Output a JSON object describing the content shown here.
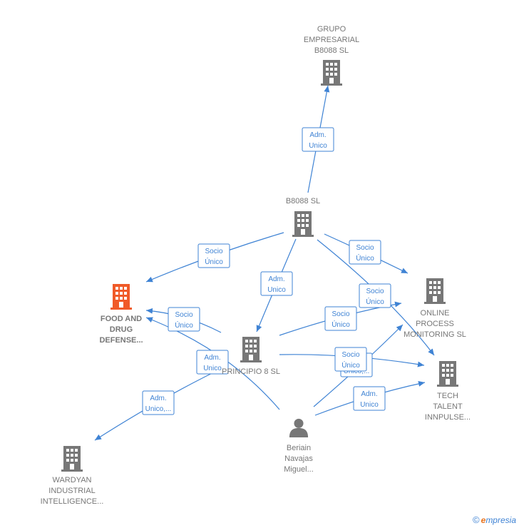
{
  "colors": {
    "edge": "#3f83d4",
    "building": "#777777",
    "highlight": "#f05a28",
    "label": "#777777"
  },
  "nodes": [
    {
      "id": "grupo",
      "icon": "building-icon",
      "lines": [
        "GRUPO",
        "EMPRESARIAL",
        "B8088  SL"
      ]
    },
    {
      "id": "b8088",
      "icon": "building-icon",
      "lines": [
        "B8088  SL"
      ]
    },
    {
      "id": "food",
      "icon": "building-icon",
      "highlight": true,
      "lines": [
        "FOOD AND",
        "DRUG",
        "DEFENSE..."
      ]
    },
    {
      "id": "principio",
      "icon": "building-icon",
      "lines": [
        "PRINCIPIO 8  SL"
      ]
    },
    {
      "id": "online",
      "icon": "building-icon",
      "lines": [
        "ONLINE",
        "PROCESS",
        "MONITORING SL"
      ]
    },
    {
      "id": "tech",
      "icon": "building-icon",
      "lines": [
        "TECH",
        "TALENT",
        "INNPULSE..."
      ]
    },
    {
      "id": "wardyan",
      "icon": "building-icon",
      "lines": [
        "WARDYAN",
        "INDUSTRIAL",
        "INTELLIGENCE..."
      ]
    },
    {
      "id": "beriain",
      "icon": "person-icon",
      "lines": [
        "Beriain",
        "Navajas",
        "Miguel..."
      ]
    }
  ],
  "badges": [
    [
      "Adm.",
      "Unico"
    ],
    [
      "Socio",
      "Único"
    ],
    [
      "Adm.",
      "Unico"
    ],
    [
      "Socio",
      "Único"
    ],
    [
      "Socio",
      "Único"
    ],
    [
      "Socio",
      "Único"
    ],
    [
      "Socio",
      "Único"
    ],
    [
      "Adm.",
      "Unico"
    ],
    [
      "Adm.",
      "Unico,..."
    ],
    [
      "Adm.",
      "Unico,..."
    ],
    [
      "Socio",
      "Único"
    ],
    [
      "Adm.",
      "Unico"
    ]
  ],
  "brand": {
    "copyright": "©",
    "name_first": "e",
    "name_rest": "mpresia"
  }
}
